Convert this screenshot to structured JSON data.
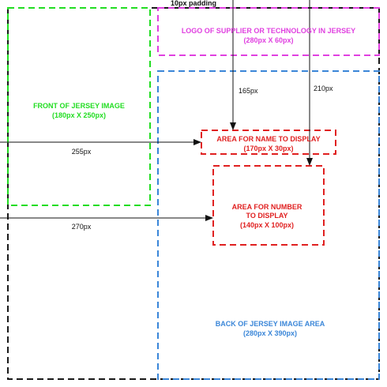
{
  "colors": {
    "outer_border": "#1a1a1a",
    "front_jersey": "#22dd22",
    "logo": "#e040e0",
    "back_jersey": "#3a86d8",
    "name_number": "#e02020",
    "arrows": "#111111"
  },
  "labels": {
    "padding": "10px padding",
    "logo_line1": "LOGO OF SUPPLIER OR TECHNOLOGY IN JERSEY",
    "logo_line2": "(280px X 60px)",
    "front_line1": "FRONT OF JERSEY IMAGE",
    "front_line2": "(180px X 250px)",
    "name_line1": "AREA FOR NAME TO DISPLAY",
    "name_line2": "(170px X 30px)",
    "number_line1": "AREA FOR NUMBER",
    "number_line2": "TO DISPLAY",
    "number_line3": "(140px X 100px)",
    "back_line1": "BACK OF JERSEY IMAGE AREA",
    "back_line2": "(280px X 390px)",
    "dim_165": "165px",
    "dim_210": "210px",
    "dim_255": "255px",
    "dim_270": "270px"
  }
}
